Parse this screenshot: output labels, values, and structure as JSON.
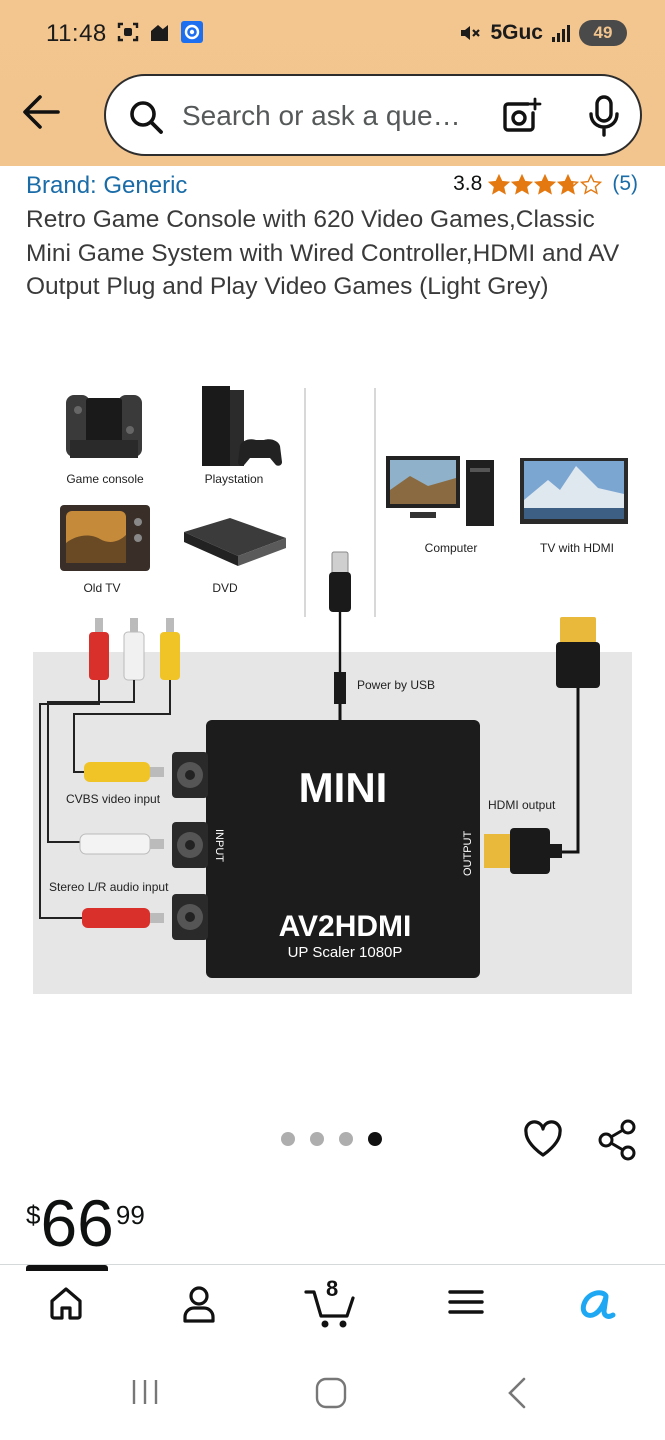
{
  "status_bar": {
    "time": "11:48",
    "network": "5Guc",
    "battery": "49"
  },
  "search": {
    "placeholder": "Search or ask a que…"
  },
  "product": {
    "brand": "Brand: Generic",
    "rating": "3.8",
    "rating_stars": 3.8,
    "rating_count": "(5)",
    "title": "Retro Game Console with 620 Video Games,Classic Mini Game System with Wired Controller,HDMI and AV Output Plug and Play Video Games (Light Grey)",
    "image_index": 4,
    "image_count": 4
  },
  "diagram": {
    "sources": [
      "Game console",
      "Playstation",
      "Old TV",
      "DVD"
    ],
    "outputs": [
      "Computer",
      "TV with HDMI"
    ],
    "power_label": "Power by USB",
    "cvbs_label": "CVBS video input",
    "audio_label": "Stereo L/R audio input",
    "hdmi_label": "HDMI output",
    "device_brand": "MINI",
    "device_model": "AV2HDMI",
    "device_sub": "UP Scaler 1080P",
    "input_label": "INPUT",
    "output_label": "OUTPUT"
  },
  "price": {
    "currency": "$",
    "whole": "66",
    "fraction": "99"
  },
  "bottom_nav": {
    "cart_count": "8"
  },
  "colors": {
    "header_bg": "#f2c48e",
    "brand_link": "#1a6ca8",
    "star": "#e47911",
    "alexa": "#1ea7f2"
  }
}
